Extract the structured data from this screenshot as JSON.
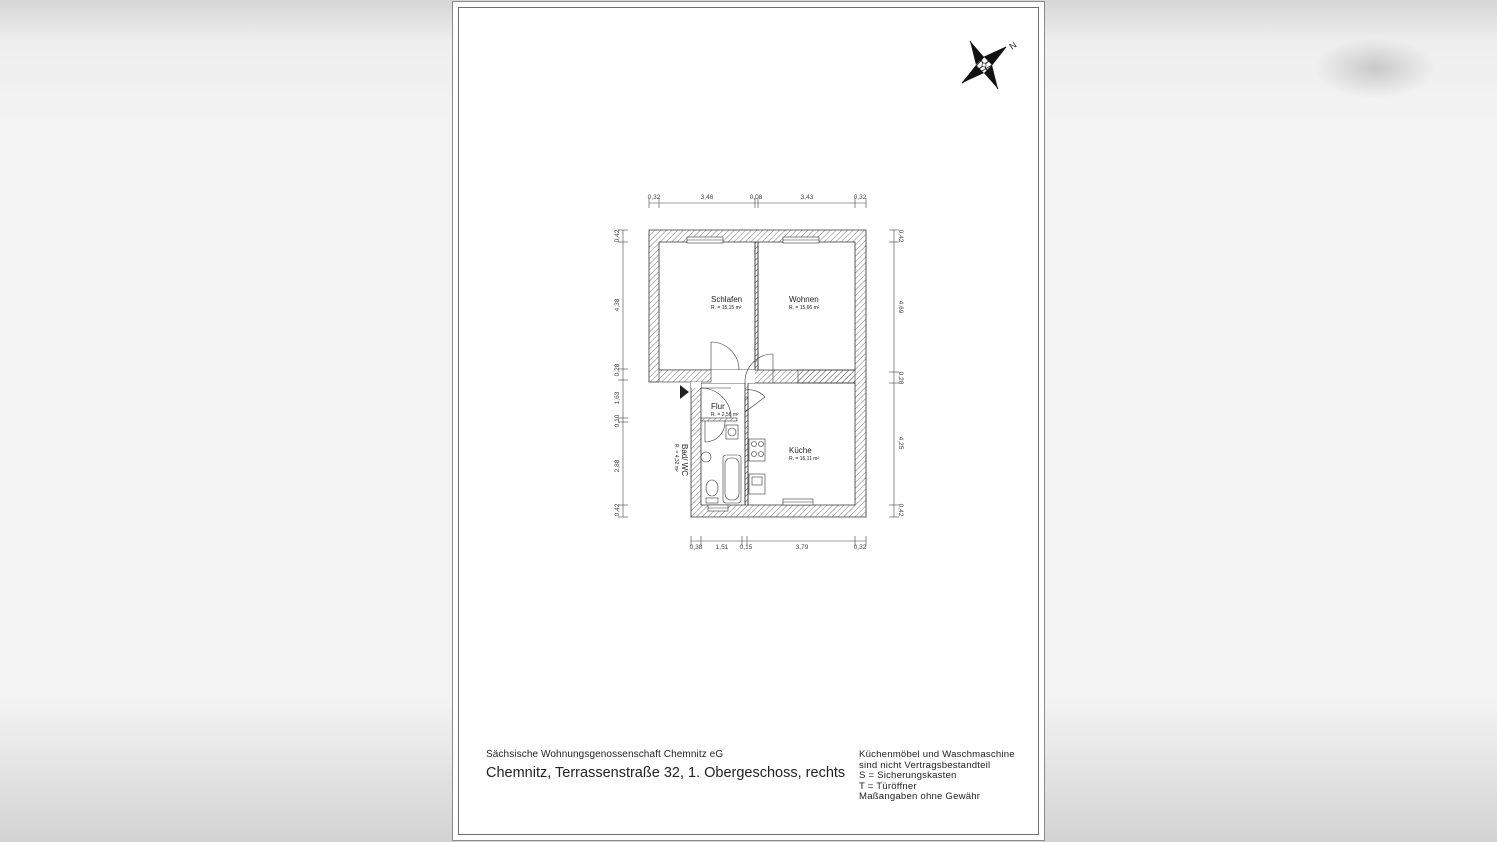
{
  "title_block": {
    "company": "Sächsische Wohnungsgenossenschaft Chemnitz eG",
    "address": "Chemnitz, Terrassenstraße 32, 1. Obergeschoss, rechts"
  },
  "notes": [
    "Küchenmöbel und Waschmaschine",
    "sind nicht Vertragsbestandteil",
    "S = Sicherungskasten",
    "T = Türöffner",
    "Maßangaben ohne Gewähr"
  ],
  "compass": {
    "north_label": "N"
  },
  "rooms": {
    "schlafen": {
      "name": "Schlafen",
      "area": "R. = 15,15 m²"
    },
    "wohnen": {
      "name": "Wohnen",
      "area": "R. = 15,66 m²"
    },
    "flur": {
      "name": "Flur",
      "area": "R. = 2,56 m²"
    },
    "kueche": {
      "name": "Küche",
      "area": "R. = 16,11 m²"
    },
    "bad": {
      "name": "Bad/ WC",
      "area": "R. = 4,32 m²"
    }
  },
  "dimensions": {
    "top": [
      "0,32",
      "3,46",
      "0,08",
      "3,43",
      "0,32"
    ],
    "bottom": [
      "0,38",
      "1,51",
      "0,15",
      "3,79",
      "0,32"
    ],
    "left": [
      "0,42",
      "4,38",
      "0,28",
      "1,63",
      "0,10",
      "2,88",
      "0,42"
    ],
    "right": [
      "0,42",
      "4,69",
      "0,28",
      "4,25",
      "0,42"
    ]
  }
}
